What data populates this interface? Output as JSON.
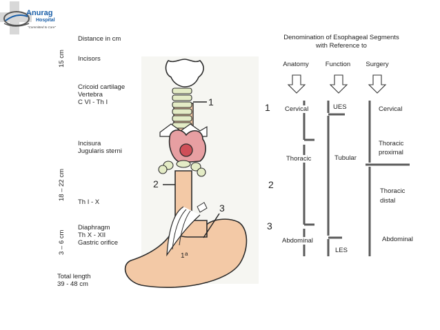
{
  "logo": {
    "name": "Anurag",
    "sub": "Hospital",
    "tagline": "\"Committed to Care\""
  },
  "left_labels": {
    "distance": "Distance in cm",
    "incisors": "Incisors",
    "cricoid": [
      "Cricoid cartilage",
      "Vertebra",
      "C VI - Th I"
    ],
    "incisura": [
      "Incisura",
      "Jugularis sterni"
    ],
    "th": "Th I - X",
    "diaphragm": [
      "Diaphragm",
      "Th X - XII",
      "Gastric orifice"
    ],
    "total": [
      "Total length",
      "39 - 48 cm"
    ]
  },
  "vertical_labels": {
    "v1": "15 cm",
    "v2": "18 – 22 cm",
    "v3": "3 – 6 cm"
  },
  "figure_numbers": {
    "n1": "1",
    "n2": "2",
    "n3": "3"
  },
  "right_panel": {
    "title": [
      "Denomination of Esophageal Segments",
      "with Reference to"
    ],
    "columns": [
      "Anatomy",
      "Function",
      "Surgery"
    ],
    "row_numbers": [
      "1",
      "2",
      "3"
    ],
    "anatomy": [
      "Cervical",
      "Thoracic",
      "Abdominal"
    ],
    "function": [
      "UES",
      "Tubular",
      "LES"
    ],
    "surgery": [
      "Cervical",
      [
        "Thoracic",
        "proximal"
      ],
      [
        "Thoracic",
        "distal"
      ],
      "Abdominal"
    ]
  }
}
